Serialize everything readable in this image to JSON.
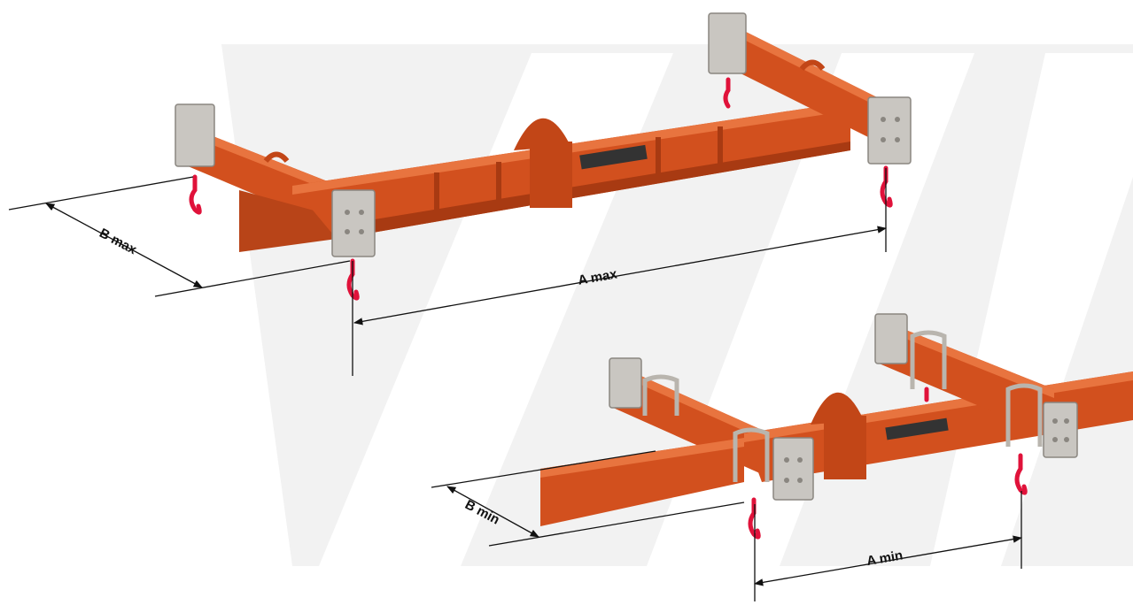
{
  "labels": {
    "b_max": "B max",
    "a_max": "A max",
    "b_min": "B min",
    "a_min": "A min"
  },
  "colors": {
    "beam": "#d2501e",
    "beam_dark": "#a83a12",
    "beam_light": "#e8743f",
    "plate": "#c9c6c1",
    "hook": "#e0123a",
    "watermark": "#f1f1f1",
    "dim_line": "#111111"
  },
  "icons": [
    "hook-icon",
    "lifting-eye-icon",
    "pad-plate-icon",
    "arrow-head-icon"
  ]
}
